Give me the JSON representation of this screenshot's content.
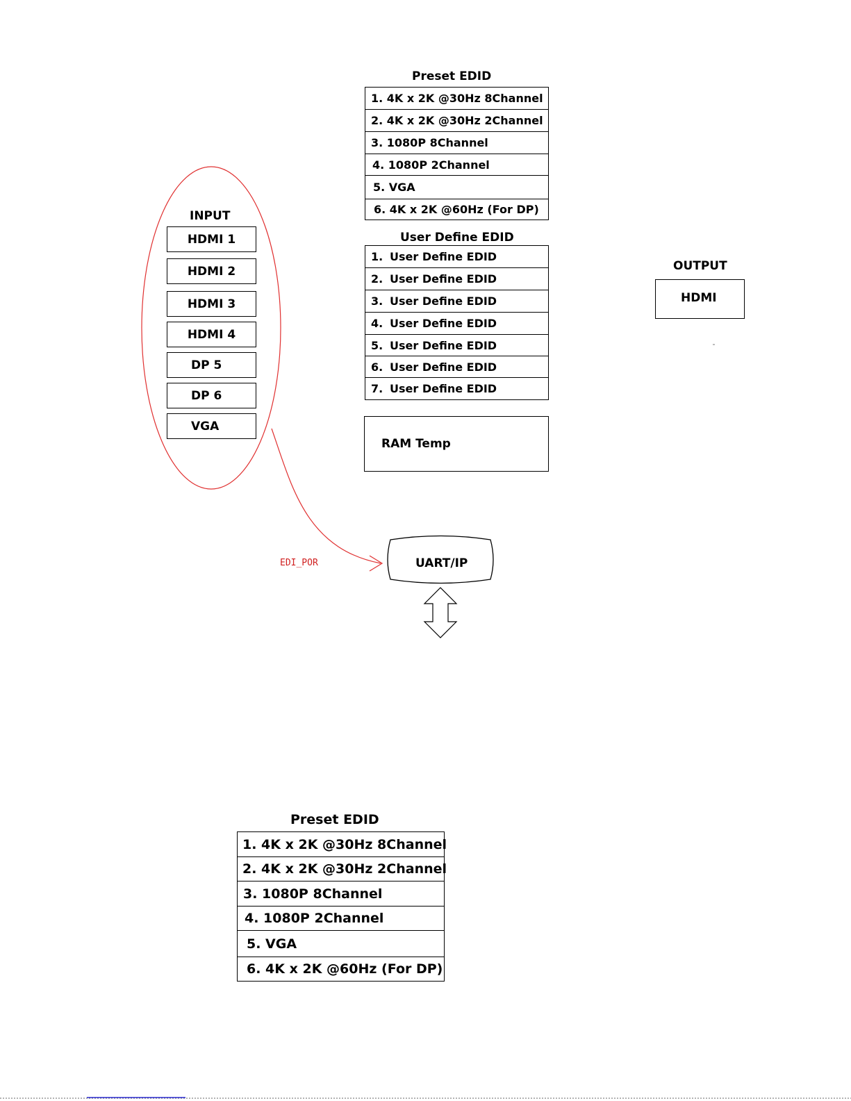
{
  "preset_edid": {
    "title": "Preset EDID",
    "items": [
      "1. 4K x 2K @30Hz 8Channel",
      "2. 4K x 2K @30Hz 2Channel",
      "3. 1080P 8Channel",
      "4. 1080P 2Channel",
      "5. VGA",
      "6.  4K x 2K @60Hz (For DP)"
    ]
  },
  "user_edid": {
    "title": "User Define EDID",
    "items": [
      {
        "num": "1.",
        "label": "User Define EDID"
      },
      {
        "num": "2.",
        "label": "User Define EDID"
      },
      {
        "num": "3.",
        "label": "User Define EDID"
      },
      {
        "num": "4.",
        "label": "User Define EDID"
      },
      {
        "num": "5.",
        "label": "User Define EDID"
      },
      {
        "num": "6.",
        "label": "User Define EDID"
      },
      {
        "num": "7.",
        "label": "User Define EDID"
      }
    ]
  },
  "ram_temp": "RAM Temp",
  "input": {
    "title": "INPUT",
    "items": [
      "HDMI 1",
      "HDMI 2",
      "HDMI 3",
      "HDMI 4",
      "DP 5",
      "DP 6",
      "VGA"
    ]
  },
  "output": {
    "title": "OUTPUT",
    "item": "HDMI"
  },
  "uart": {
    "label": "UART/IP"
  },
  "arrow_label": "EDI_POR",
  "preset_edid_large": {
    "title": "Preset EDID",
    "items": [
      "1. 4K x 2K @30Hz 8Channel",
      "2. 4K x 2K @30Hz 2Channel",
      "3. 1080P 8Channel",
      "4. 1080P 2Channel",
      "5. VGA",
      "6.  4K x 2K @60Hz (For DP)"
    ]
  },
  "colors": {
    "ellipse": "#e03030",
    "arrow_label": "#d02020",
    "footer_line": "#2b2bd0"
  }
}
